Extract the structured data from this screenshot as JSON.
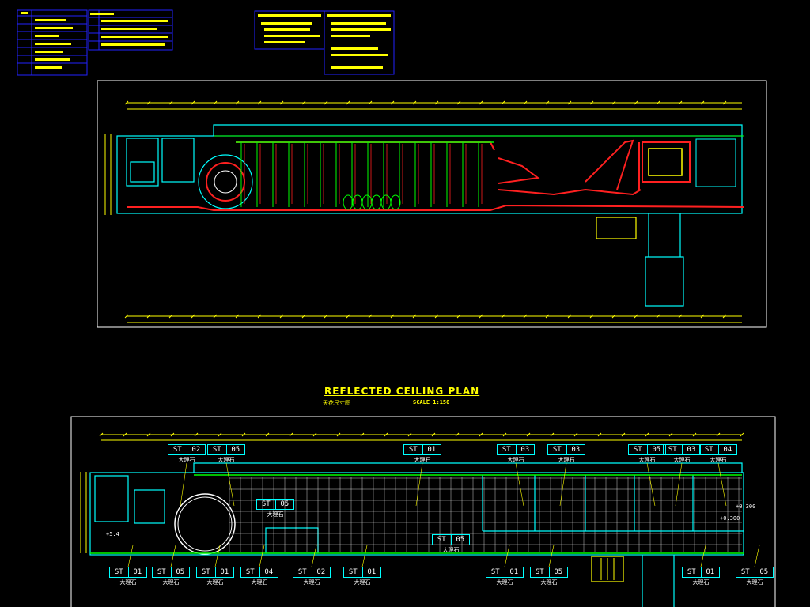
{
  "drawing": {
    "title": "REFLECTED CEILING PLAN",
    "subtitle": "天花尺寸图",
    "scale": "SCALE 1:150",
    "level_marks": [
      "+0.300",
      "+0.300",
      "+5.4"
    ]
  },
  "material_tags_top": [
    {
      "code": "ST",
      "num": "02",
      "note": "大理石"
    },
    {
      "code": "ST",
      "num": "05",
      "note": "大理石"
    },
    {
      "code": "ST",
      "num": "01",
      "note": "大理石"
    },
    {
      "code": "ST",
      "num": "03",
      "note": "大理石"
    },
    {
      "code": "ST",
      "num": "03",
      "note": "大理石"
    },
    {
      "code": "ST",
      "num": "05",
      "note": "大理石"
    },
    {
      "code": "ST",
      "num": "03",
      "note": "大理石"
    },
    {
      "code": "ST",
      "num": "04",
      "note": "大理石"
    }
  ],
  "material_tags_mid": [
    {
      "code": "ST",
      "num": "05",
      "note": "大理石"
    },
    {
      "code": "ST",
      "num": "05",
      "note": "大理石"
    }
  ],
  "material_tags_bottom": [
    {
      "code": "ST",
      "num": "01",
      "note": "大理石"
    },
    {
      "code": "ST",
      "num": "05",
      "note": "大理石"
    },
    {
      "code": "ST",
      "num": "01",
      "note": "大理石"
    },
    {
      "code": "ST",
      "num": "04",
      "note": "大理石"
    },
    {
      "code": "ST",
      "num": "02",
      "note": "大理石"
    },
    {
      "code": "ST",
      "num": "01",
      "note": "大理石"
    },
    {
      "code": "ST",
      "num": "01",
      "note": "大理石"
    },
    {
      "code": "ST",
      "num": "05",
      "note": "大理石"
    },
    {
      "code": "ST",
      "num": "01",
      "note": "大理石"
    },
    {
      "code": "ST",
      "num": "05",
      "note": "大理石"
    }
  ],
  "colors": {
    "background": "#000000",
    "wall": "#00ffff",
    "dimension": "#ffff00",
    "light": "#00ff00",
    "hatch": "#ff2020",
    "text": "#ffffff",
    "frame": "#ffffff",
    "legend_border": "#2222ff"
  }
}
